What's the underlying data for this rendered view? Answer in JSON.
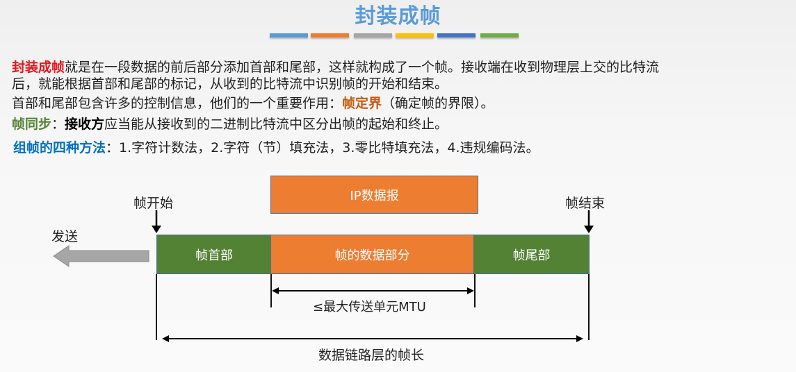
{
  "slide": {
    "title": "封装成帧",
    "decor_bars": [
      {
        "color": "#5b9bd5"
      },
      {
        "color": "#ed7d31"
      },
      {
        "color": "#a5a5a5"
      },
      {
        "color": "#ffc000"
      },
      {
        "color": "#4472c4"
      },
      {
        "color": "#70ad47"
      }
    ]
  },
  "text": {
    "p1_term": "封装成帧",
    "p1_rest_line1": "就是在一段数据的前后部分添加首部和尾部，这样就构成了一个帧。接收端在收到物理层上交的比特流",
    "p1_line2": "后，就能根据首部和尾部的标记，从收到的比特流中识别帧的开始和结束。",
    "p2_pre": "首部和尾部包含许多的控制信息，他们的一个重要作用：",
    "p2_term": "帧定界",
    "p2_post": "（确定帧的界限）。",
    "p3_term": "帧同步",
    "p3_colon": "：",
    "p3_actor": "接收方",
    "p3_rest": "应当能从接收到的二进制比特流中区分出帧的起始和终止。",
    "p4_term": "组帧的四种方法",
    "p4_rest": "：1.字符计数法，2.字符（节）填充法，3.零比特填充法，4.违规编码法。"
  },
  "diagram": {
    "ip_datagram": "IP数据报",
    "frame_header": "帧首部",
    "frame_data": "帧的数据部分",
    "frame_trailer": "帧尾部",
    "frame_start": "帧开始",
    "frame_end": "帧结束",
    "send": "发送",
    "mtu_label": "≤最大传送单元MTU",
    "frame_length_label": "数据链路层的帧长",
    "colors": {
      "orange": "#ed7d31",
      "green": "#548235",
      "arrow_gray": "#a6a6a6"
    }
  }
}
